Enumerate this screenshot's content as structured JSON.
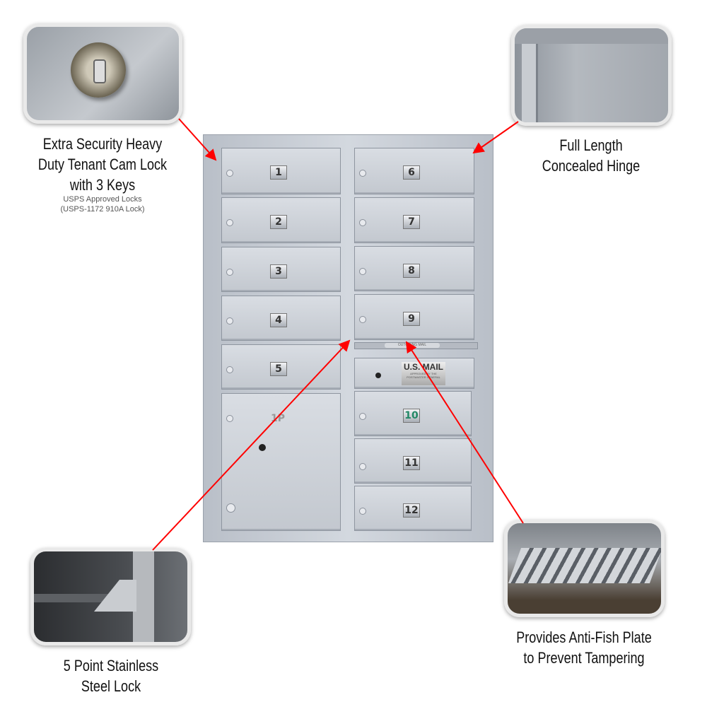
{
  "callouts": {
    "lock": {
      "title_lines": [
        "Extra Security Heavy",
        "Duty Tenant Cam Lock",
        "with 3 Keys"
      ],
      "sub_lines": [
        "USPS Approved Locks",
        "(USPS-1172 910A Lock)"
      ]
    },
    "hinge": {
      "title_lines": [
        "Full Length",
        "Concealed Hinge"
      ]
    },
    "stainless": {
      "title_lines": [
        "5 Point Stainless",
        "Steel Lock"
      ]
    },
    "antifish": {
      "title_lines": [
        "Provides Anti-Fish Plate",
        "to Prevent Tampering"
      ]
    }
  },
  "mailbox": {
    "left_doors": [
      "1",
      "2",
      "3",
      "4",
      "5",
      "1P"
    ],
    "right_doors": [
      "6",
      "7",
      "8",
      "9",
      "10",
      "11",
      "12"
    ],
    "outgoing_label": "OUTGOING MAIL",
    "usmail_plate": "U.S. MAIL",
    "usmail_sub": "APPROVED BY THE POSTMASTER GENERAL"
  },
  "colors": {
    "arrow": "#ff0000"
  }
}
